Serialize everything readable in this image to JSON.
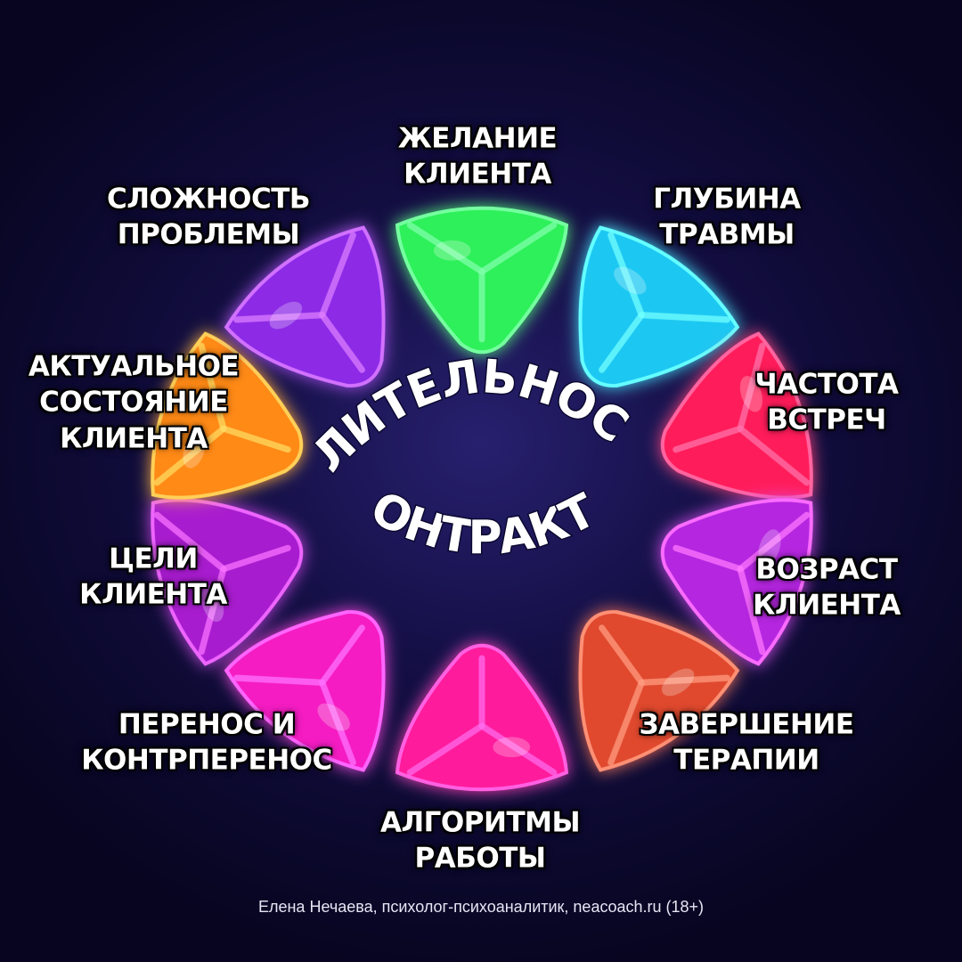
{
  "title": {
    "line1": "ДЛИТЕЛЬНОСТЬ",
    "line2": "КОНТРАКТА"
  },
  "factors": [
    {
      "id": "desire",
      "label": "ЖЕЛАНИЕ\nКЛИЕНТА",
      "color": "#2ef05a"
    },
    {
      "id": "trauma",
      "label": "ГЛУБИНА\nТРАВМЫ",
      "color": "#1fc8f2"
    },
    {
      "id": "frequency",
      "label": "ЧАСТОТА\nВСТРЕЧ",
      "color": "#ff1f5a"
    },
    {
      "id": "age",
      "label": "ВОЗРАСТ\nКЛИЕНТА",
      "color": "#b526e0"
    },
    {
      "id": "ending",
      "label": "ЗАВЕРШЕНИЕ\nТЕРАПИИ",
      "color": "#e04a2e"
    },
    {
      "id": "algorithms",
      "label": "АЛГОРИТМЫ\nРАБОТЫ",
      "color": "#ff1a9c"
    },
    {
      "id": "transfer",
      "label": "ПЕРЕНОС И\nКОНТРПЕРЕНОС",
      "color": "#f41fc2"
    },
    {
      "id": "goals",
      "label": "ЦЕЛИ\nКЛИЕНТА",
      "color": "#a81fcf"
    },
    {
      "id": "state",
      "label": "АКТУАЛЬНОЕ\nСОСТОЯНИЕ\nКЛИЕНТА",
      "color": "#ff8a12"
    },
    {
      "id": "complexity",
      "label": "СЛОЖНОСТЬ\nПРОБЛЕМЫ",
      "color": "#8c2be6"
    }
  ],
  "credit": "Елена Нечаева, психолог-психоаналитик, neacoach.ru (18+)"
}
